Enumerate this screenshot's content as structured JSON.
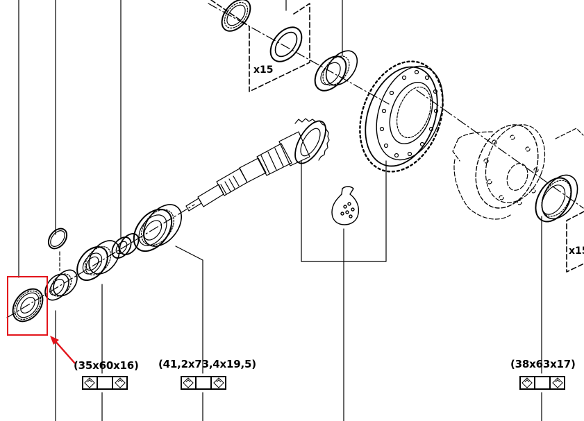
{
  "labels": {
    "bearing_left": "(35x60x16)",
    "bearing_mid": "(41,2x73,4x19,5)",
    "bearing_right": "(38x63x17)"
  },
  "quantities": {
    "top_bolts": "x15",
    "right_bolts": "x15"
  },
  "colors": {
    "line": "#000000",
    "highlight": "#e3141b",
    "background": "#ffffff"
  },
  "icons": [
    "part-ref-icon",
    "grease-bag-icon"
  ]
}
